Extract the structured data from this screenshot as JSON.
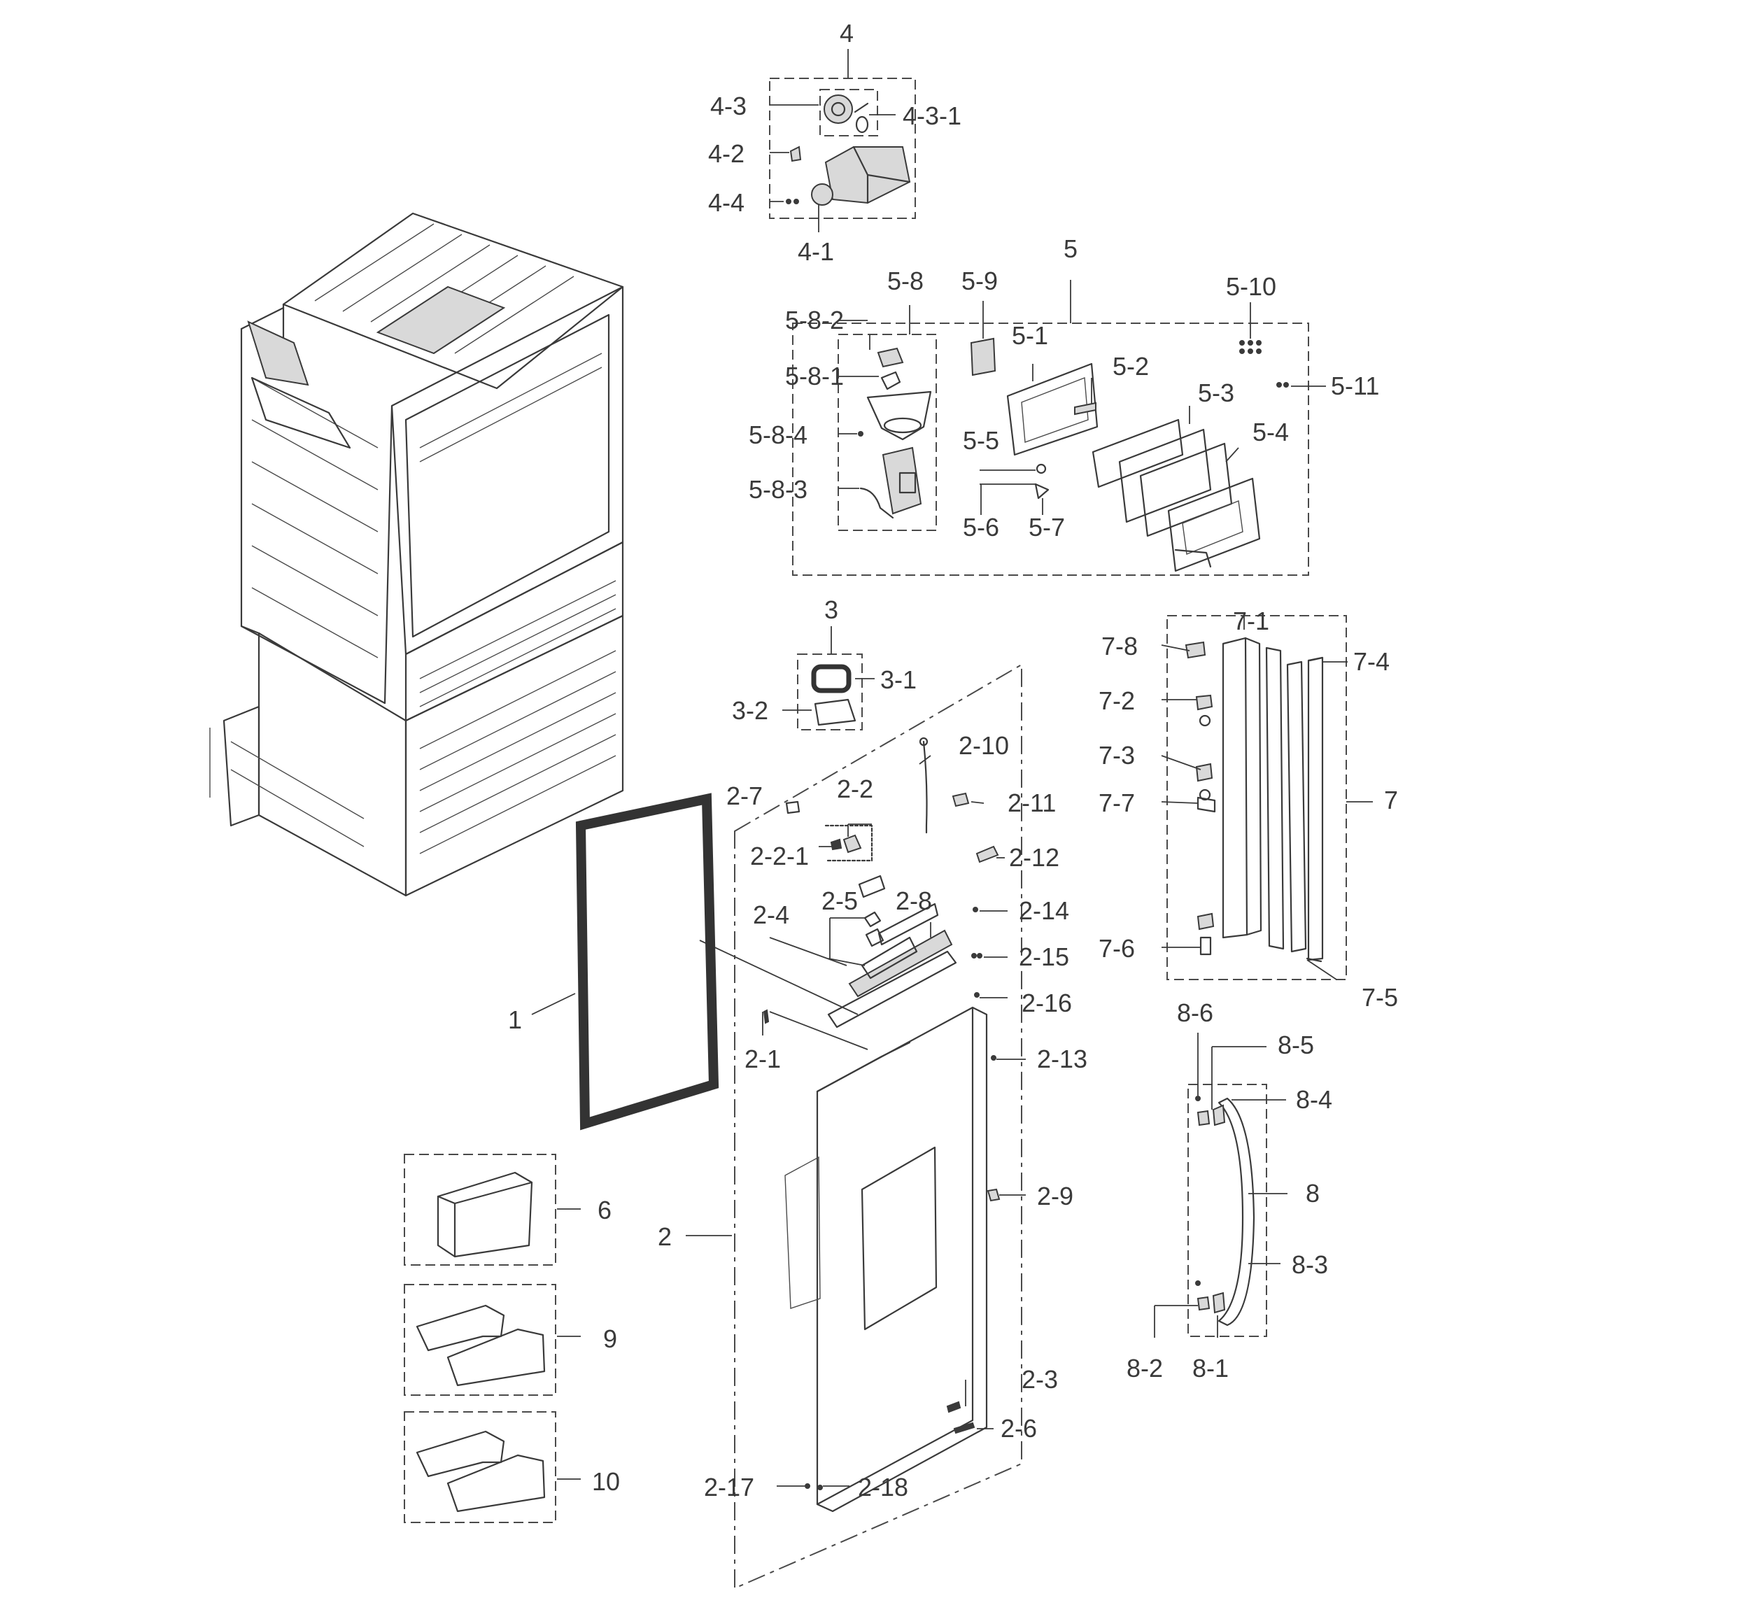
{
  "labels": {
    "p4": "4",
    "p4_3": "4-3",
    "p4_3_1": "4-3-1",
    "p4_2": "4-2",
    "p4_4": "4-4",
    "p4_1": "4-1",
    "p5": "5",
    "p5_8": "5-8",
    "p5_9": "5-9",
    "p5_8_2": "5-8-2",
    "p5_10": "5-10",
    "p5_1": "5-1",
    "p5_2": "5-2",
    "p5_11": "5-11",
    "p5_8_1": "5-8-1",
    "p5_3": "5-3",
    "p5_8_4": "5-8-4",
    "p5_5": "5-5",
    "p5_4": "5-4",
    "p5_8_3": "5-8-3",
    "p5_6": "5-6",
    "p5_7": "5-7",
    "p3": "3",
    "p3_1": "3-1",
    "p3_2": "3-2",
    "p7_1": "7-1",
    "p7_8": "7-8",
    "p7_4": "7-4",
    "p7_2": "7-2",
    "p7_3": "7-3",
    "p7": "7",
    "p7_7": "7-7",
    "p7_6": "7-6",
    "p7_5": "7-5",
    "p2_10": "2-10",
    "p2_7": "2-7",
    "p2_2": "2-2",
    "p2_11": "2-11",
    "p2_2_1": "2-2-1",
    "p2_12": "2-12",
    "p2_5": "2-5",
    "p2_8": "2-8",
    "p2_4": "2-4",
    "p2_14": "2-14",
    "p2_15": "2-15",
    "p2_16": "2-16",
    "p2_1": "2-1",
    "p2_13": "2-13",
    "p2_9": "2-9",
    "p2": "2",
    "p2_3": "2-3",
    "p2_6": "2-6",
    "p2_17": "2-17",
    "p2_18": "2-18",
    "p1": "1",
    "p6": "6",
    "p9": "9",
    "p10": "10",
    "p8_6": "8-6",
    "p8_5": "8-5",
    "p8_4": "8-4",
    "p8": "8",
    "p8_3": "8-3",
    "p8_2": "8-2",
    "p8_1": "8-1"
  }
}
